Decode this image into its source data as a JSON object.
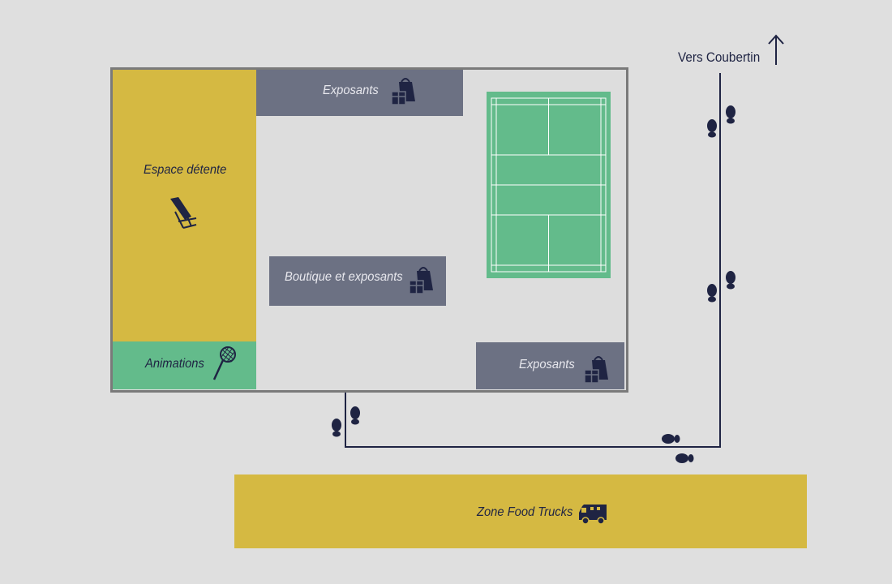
{
  "direction": {
    "label": "Vers Coubertin",
    "icon": "arrow-up-icon"
  },
  "zones": {
    "detente": {
      "label": "Espace détente",
      "icon": "deck-chair-icon",
      "color": "#d5b942"
    },
    "animations": {
      "label": "Animations",
      "icon": "badminton-racket-icon",
      "color": "#63bb8b"
    },
    "exposants_top": {
      "label": "Exposants",
      "icon": "shopping-gift-icon",
      "color": "#6c7183"
    },
    "boutique": {
      "label": "Boutique et exposants",
      "icon": "shopping-gift-icon",
      "color": "#6c7183"
    },
    "exposants_bottom": {
      "label": "Exposants",
      "icon": "shopping-gift-icon",
      "color": "#6c7183"
    },
    "food_trucks": {
      "label": "Zone Food Trucks",
      "icon": "food-truck-icon",
      "color": "#d5b942"
    }
  },
  "court": {
    "icon": "badminton-court-icon",
    "color": "#63bb8b"
  },
  "path": {
    "icon": "footprints-icon",
    "color": "#1f2443"
  }
}
